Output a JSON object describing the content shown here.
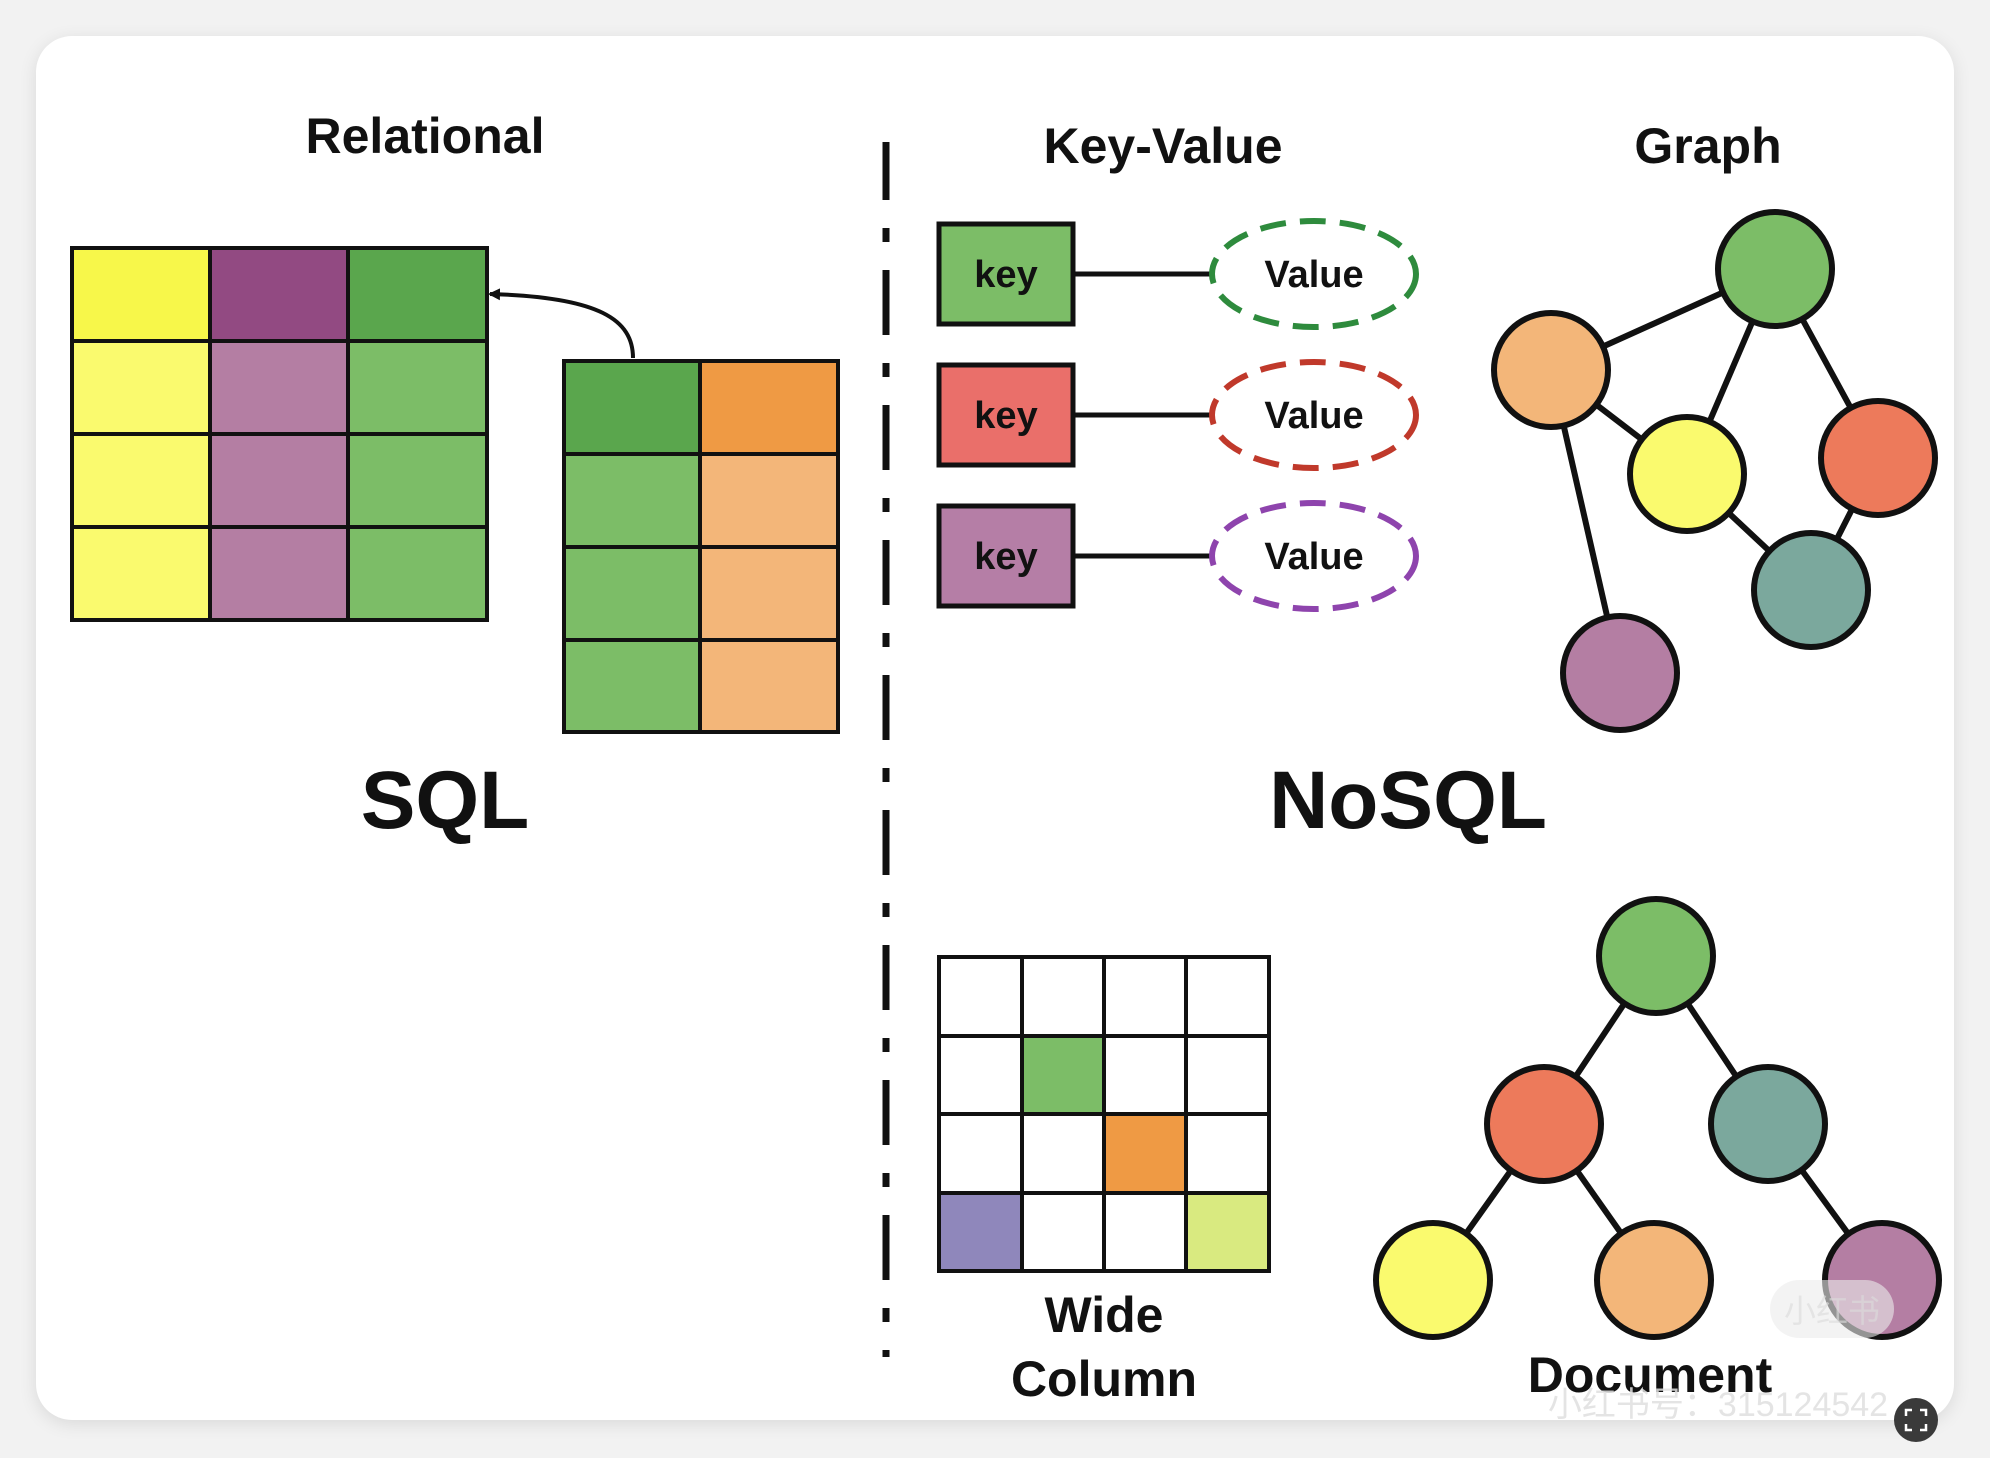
{
  "sql_section": {
    "category_label": "Relational",
    "main_label": "SQL"
  },
  "nosql_section": {
    "main_label": "NoSQL",
    "key_value": {
      "label": "Key-Value",
      "pairs": [
        {
          "key": "key",
          "value": "Value",
          "key_color": "#7cbd67",
          "value_border": "#2e8b3d"
        },
        {
          "key": "key",
          "value": "Value",
          "key_color": "#ea6f6a",
          "value_border": "#c0392b"
        },
        {
          "key": "key",
          "value": "Value",
          "key_color": "#b57ea6",
          "value_border": "#8e44ad"
        }
      ]
    },
    "graph": {
      "label": "Graph"
    },
    "wide_column": {
      "label_line1": "Wide",
      "label_line2": "Column"
    },
    "document": {
      "label": "Document"
    }
  },
  "colors": {
    "yellow": "#fafa6e",
    "yellow_header": "#f7f74a",
    "purple": "#b47ea3",
    "purple_header": "#924a82",
    "green": "#7cbd67",
    "green_header": "#5aa64d",
    "orange": "#f3b679",
    "orange_header": "#ef9a44",
    "red": "#ed7a5b",
    "teal": "#7ba89d",
    "lavender": "#8f87bb",
    "lime": "#d9ea80"
  },
  "watermark": {
    "logo": "小红书",
    "text": "小红书号：315124542"
  }
}
